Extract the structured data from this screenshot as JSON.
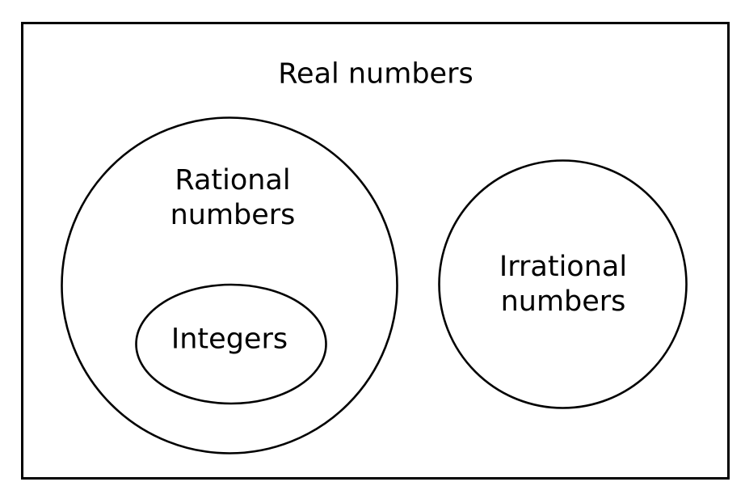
{
  "diagram": {
    "kind": "venn-set-diagram",
    "background_color": "#ffffff",
    "stroke_color": "#000000",
    "text_color": "#000000",
    "sets": {
      "real": {
        "label": "Real numbers",
        "lines": [
          "Real numbers"
        ],
        "shape": "rectangle",
        "contains": [
          "rational",
          "irrational"
        ]
      },
      "rational": {
        "label": "Rational numbers",
        "lines": [
          "Rational",
          "numbers"
        ],
        "shape": "circle",
        "contains": [
          "integers"
        ]
      },
      "integers": {
        "label": "Integers",
        "lines": [
          "Integers"
        ],
        "shape": "ellipse",
        "contains": []
      },
      "irrational": {
        "label": "Irrational numbers",
        "lines": [
          "Irrational",
          "numbers"
        ],
        "shape": "circle",
        "contains": []
      }
    }
  }
}
